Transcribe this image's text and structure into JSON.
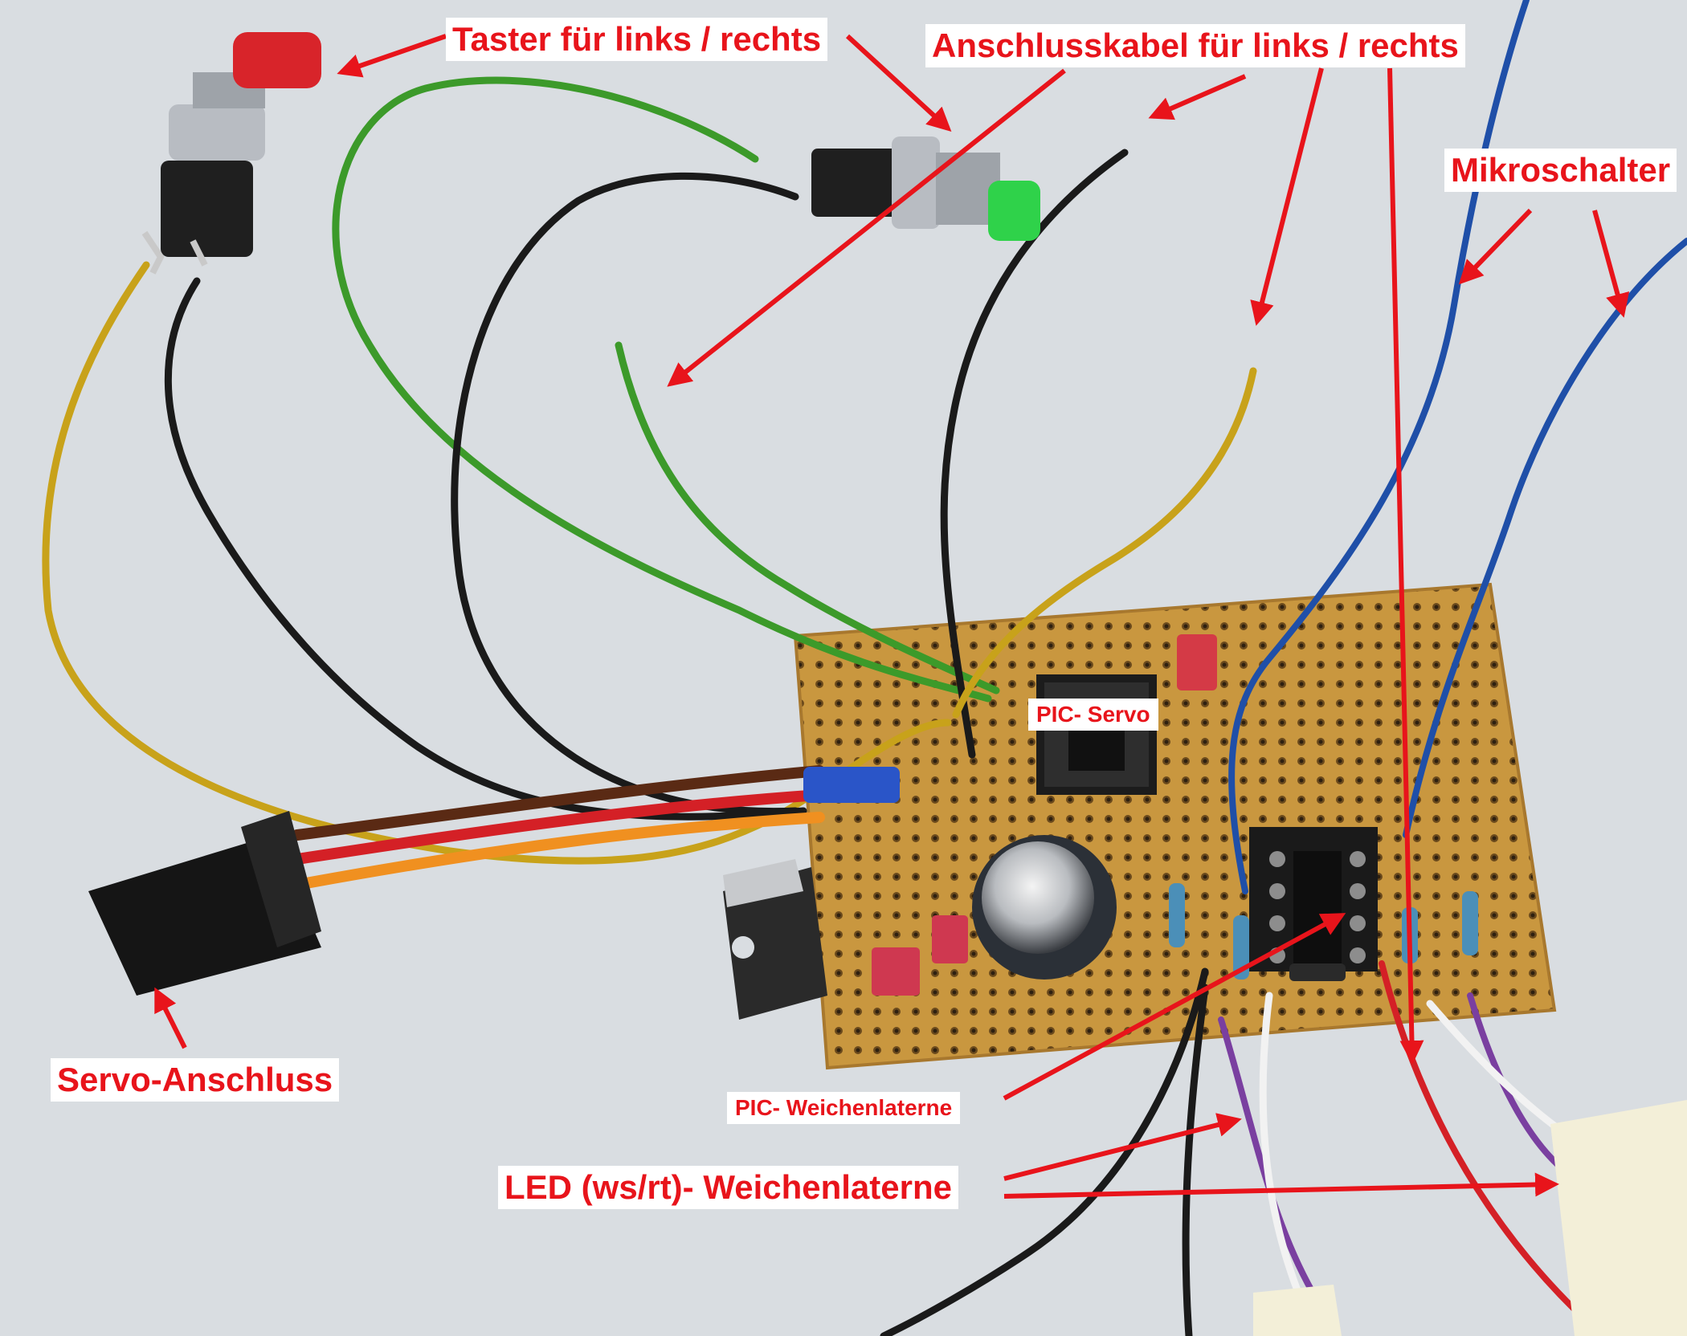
{
  "labels": {
    "taster": "Taster für links / rechts",
    "anschlusskabel": "Anschlusskabel für links / rechts",
    "mikroschalter": "Mikroschalter",
    "pic_servo": "PIC- Servo",
    "servo_anschluss": "Servo-Anschluss",
    "pic_weichenlaterne": "PIC- Weichenlaterne",
    "led_weichenlaterne": "LED (ws/rt)- Weichenlaterne"
  },
  "colors": {
    "label_text": "#e8141b",
    "label_bg": "#ffffff",
    "background": "#d9dde1",
    "board": "#c9973f",
    "wire_green": "#3c9a2a",
    "wire_black": "#1a1a1a",
    "wire_yellow": "#c8a21a",
    "wire_blue": "#1f4fa8",
    "wire_red": "#d42026",
    "wire_purple": "#7a3fa0",
    "button_red": "#d8242a",
    "button_green": "#2fd24a"
  }
}
